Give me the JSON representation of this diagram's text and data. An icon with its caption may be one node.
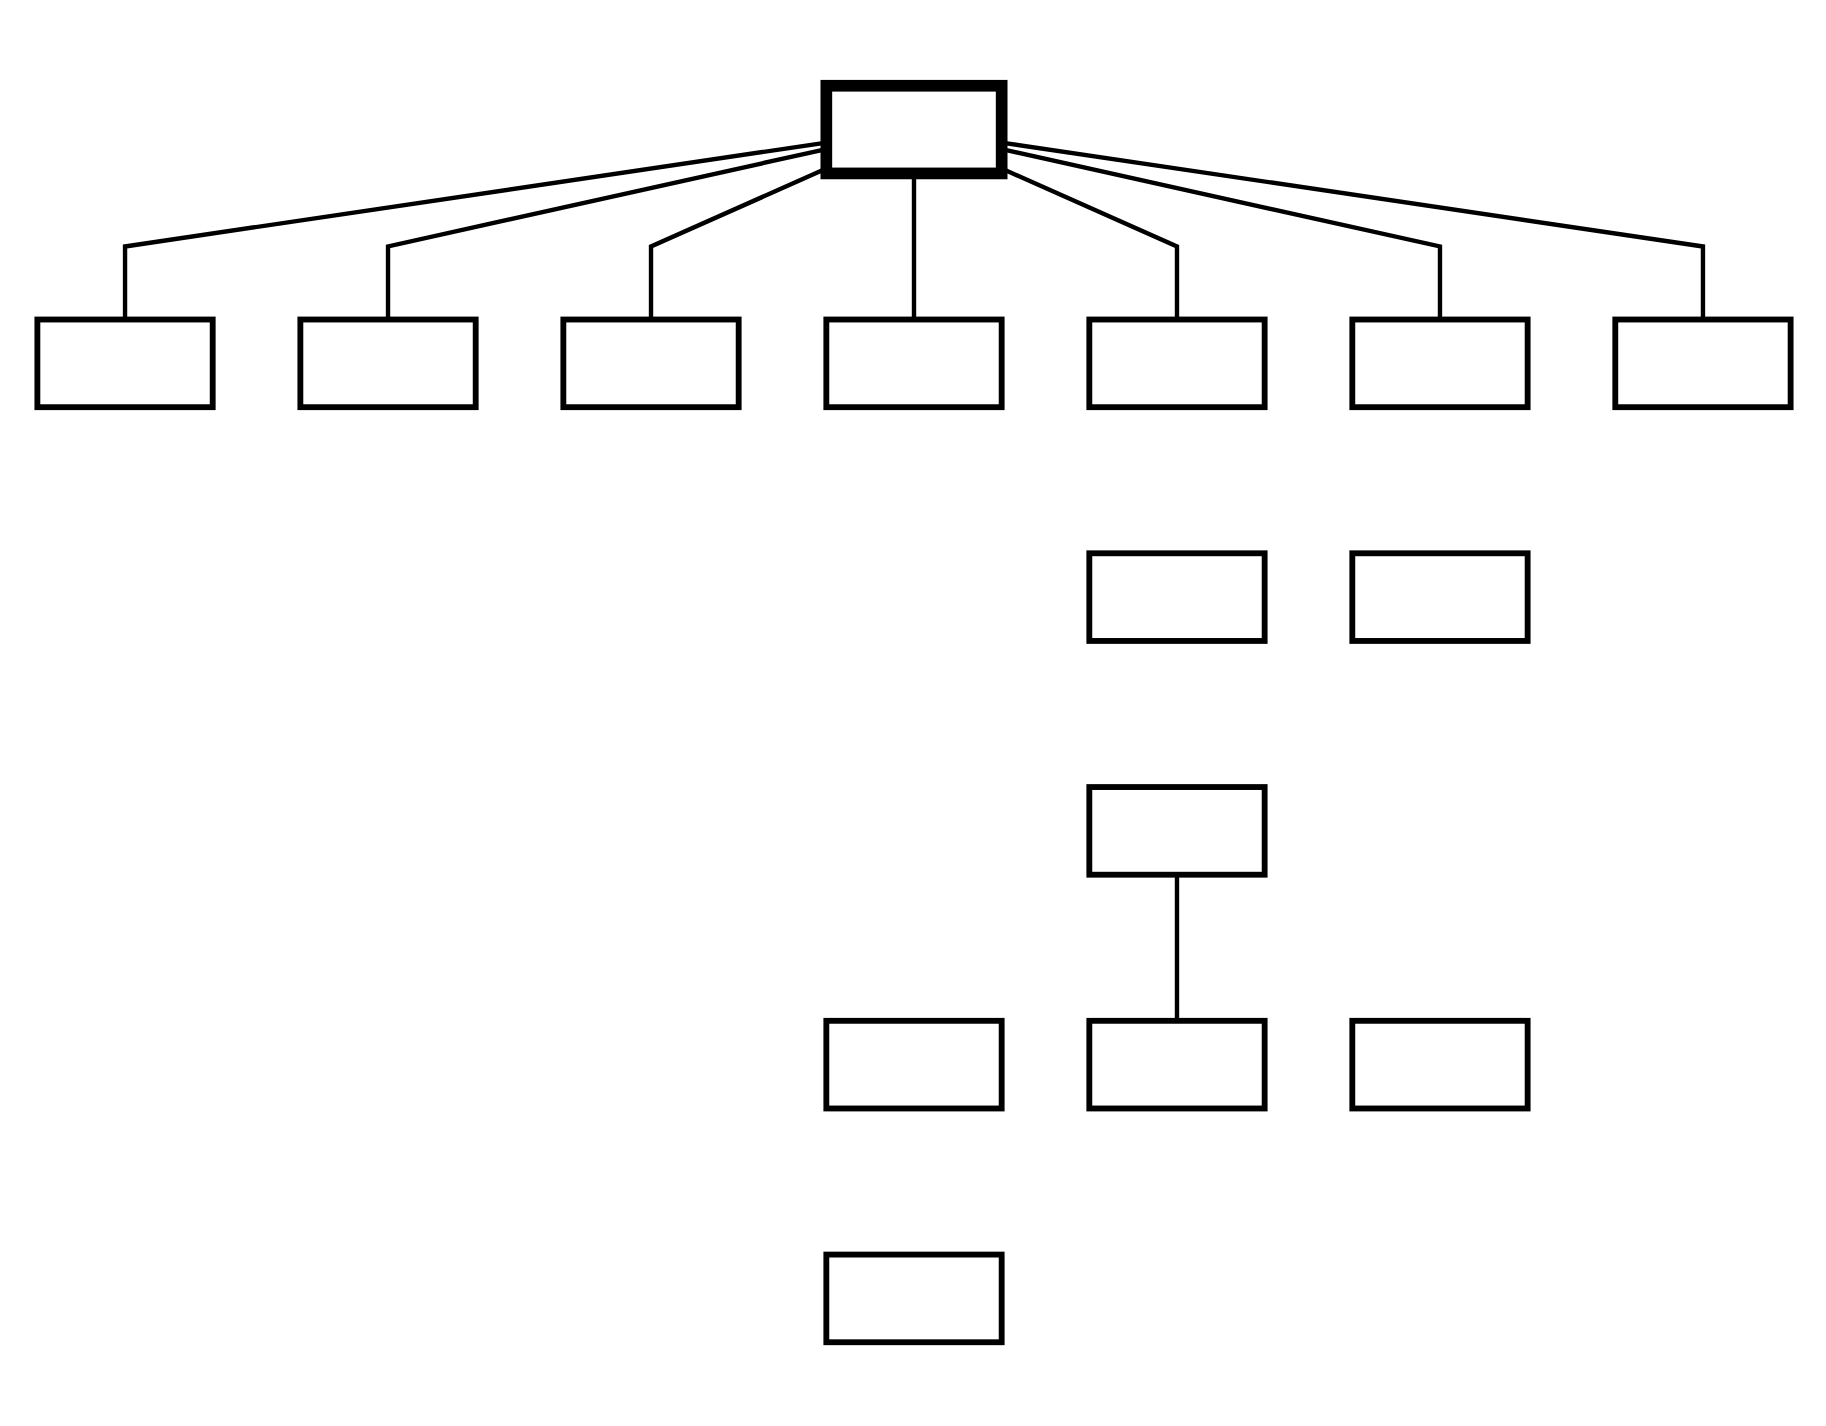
{
  "diagram": {
    "nodes": [
      {
        "text": [],
        "shape": "bar"
      },
      {
        "text": [],
        "shape": "box"
      },
      {
        "text": [],
        "shape": "box"
      },
      {
        "text": [],
        "shape": "box"
      },
      {
        "text": [],
        "shape": "box"
      },
      {
        "text": [],
        "shape": "box"
      },
      {
        "text": [],
        "shape": "box"
      },
      {
        "text": [],
        "shape": "box"
      },
      {
        "text": [],
        "shape": "box"
      },
      {
        "text": [],
        "shape": "box"
      },
      {
        "text": [],
        "shape": "box"
      },
      {
        "text": [],
        "shape": "box"
      },
      {
        "text": [],
        "shape": "box"
      },
      {
        "text": [],
        "shape": "box"
      },
      {
        "text": [],
        "shape": "box"
      }
    ],
    "edges": [
      {
        "from": 0,
        "to": 5,
        "arrow": "none"
      },
      {
        "from": 0,
        "to": 1,
        "arrow": "none"
      },
      {
        "from": 0,
        "to": 2,
        "arrow": "none"
      },
      {
        "from": 0,
        "to": 12,
        "arrow": "none"
      },
      {
        "from": 0,
        "to": 3,
        "arrow": "none"
      },
      {
        "from": 0,
        "to": 10,
        "arrow": "none"
      },
      {
        "from": 0,
        "to": 4,
        "arrow": "none"
      },
      {
        "from": 7,
        "to": 13,
        "arrow": "none"
      }
    ]
  }
}
